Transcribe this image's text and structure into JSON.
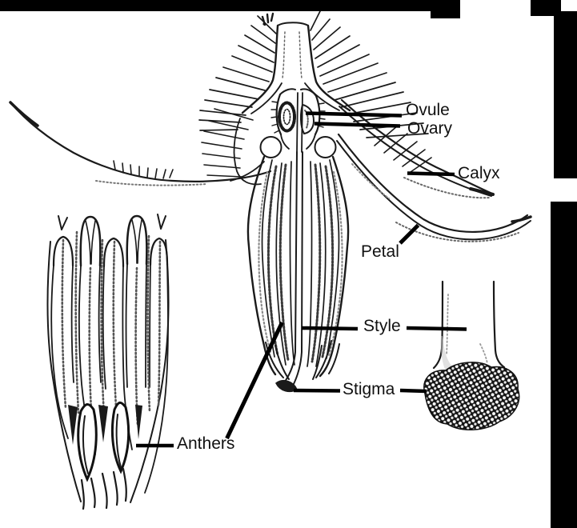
{
  "figure": {
    "description": "Flower longitudinal section with anther bundle and stigma close-up insets"
  },
  "labels": {
    "ovule": "Ovule",
    "ovary": "Ovary",
    "calyx": "Calyx",
    "petal": "Petal",
    "style": "Style",
    "stigma": "Stigma",
    "anthers": "Anthers"
  },
  "colors": {
    "background": "#ffffff",
    "ink": "#1a1a1a",
    "leader_line": "#000000",
    "scan_border": "#000000"
  }
}
